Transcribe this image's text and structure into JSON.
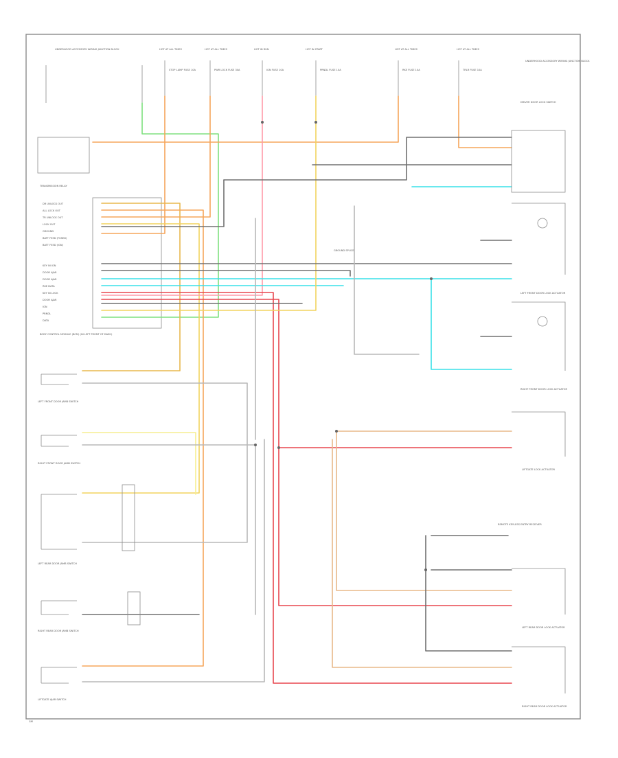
{
  "diagram": {
    "fuse_labels": [
      "UNDERHOOD ACCESSORY WIRING JUNCTION BLOCK",
      "HOT AT ALL TIMES",
      "HOT AT ALL TIMES",
      "HOT IN RUN",
      "HOT IN START",
      "HOT AT ALL TIMES",
      "HOT AT ALL TIMES",
      "UNDERHOOD ACCESSORY WIRING JUNCTION BLOCK"
    ],
    "fuse_names": [
      "",
      "STOP LAMP FUSE 10A",
      "PWR LOCK FUSE 30A",
      "IGN FUSE 10A",
      "PRNDL FUSE 10A",
      "",
      "RKE FUSE 10A",
      "TRLR FUSE 10A"
    ],
    "module_labels": {
      "transmission_relay": "TRANSMISSION RELAY",
      "remote_receiver": "REMOTE KEYLESS ENTRY RECEIVER",
      "body_control_module": "BODY CONTROL MODULE (BCM) (IN LEFT FRONT OF DASH)",
      "ground_splice": "GROUND SPLICE"
    },
    "bcm_pins": [
      "DR UNLOCK OUT",
      "ALL LOCK OUT",
      "TR UNLOCK OUT",
      "LOCK OUT",
      "GROUND",
      "BATT FEED (FUSED)",
      "BATT FEED (IGN)",
      "KEY IN IGN",
      "DOOR AJAR",
      "DOOR AJAR",
      "RKE DATA",
      "KEY IN LOCK",
      "DOOR AJAR",
      "IGN",
      "PRNDL",
      "DATA"
    ],
    "left_switches": [
      "LEFT FRONT DOOR JAMB SWITCH",
      "RIGHT FRONT DOOR JAMB SWITCH",
      "LEFT REAR DOOR JAMB SWITCH",
      "RIGHT REAR DOOR JAMB SWITCH",
      "LIFTGATE AJAR SWITCH"
    ],
    "right_components": [
      "DRIVER DOOR LOCK SWITCH",
      "LEFT FRONT DOOR LOCK ACTUATOR",
      "RIGHT FRONT DOOR LOCK ACTUATOR",
      "LIFTGATE LOCK ACTUATOR",
      "LEFT REAR DOOR LOCK ACTUATOR",
      "RIGHT REAR DOOR LOCK ACTUATOR"
    ],
    "footer": "GM"
  },
  "colors": {
    "orange": "#f5a55a",
    "yellow": "#f2d35e",
    "gold": "#e8b84e",
    "green": "#7fe07f",
    "pink": "#ff9aa8",
    "red": "#e8464e",
    "cyan": "#38e0e8",
    "tan": "#e8b888",
    "gray": "#707070",
    "lightgray": "#b8b8b8",
    "lightyellow": "#f6ee90"
  }
}
